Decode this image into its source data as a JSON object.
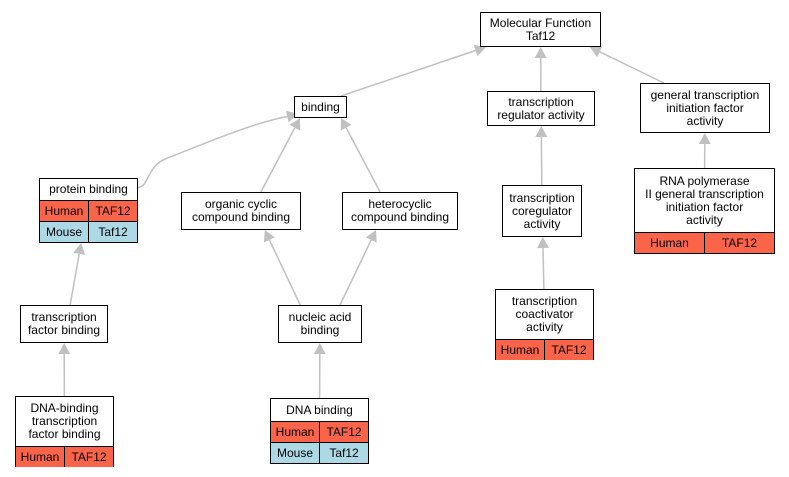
{
  "colors": {
    "human": "#fa6448",
    "mouse": "#add8e6",
    "edge": "#c0c0c0"
  },
  "nodes": {
    "mf": {
      "lines": [
        "Molecular Function",
        "Taf12"
      ]
    },
    "binding": {
      "lines": [
        "binding"
      ]
    },
    "tra": {
      "lines": [
        "transcription",
        "regulator activity"
      ]
    },
    "gtifa": {
      "lines": [
        "general transcription",
        "initiation factor",
        "activity"
      ]
    },
    "protein_binding": {
      "lines": [
        "protein binding"
      ],
      "rows": [
        {
          "species": "Human",
          "gene": "TAF12"
        },
        {
          "species": "Mouse",
          "gene": "Taf12"
        }
      ]
    },
    "occb": {
      "lines": [
        "organic cyclic",
        "compound binding"
      ]
    },
    "hcb": {
      "lines": [
        "heterocyclic",
        "compound binding"
      ]
    },
    "tcoreg": {
      "lines": [
        "transcription",
        "coregulator",
        "activity"
      ]
    },
    "rnap": {
      "lines": [
        "RNA polymerase",
        "II general transcription",
        "initiation factor",
        "activity"
      ],
      "rows": [
        {
          "species": "Human",
          "gene": "TAF12"
        }
      ]
    },
    "tfb": {
      "lines": [
        "transcription",
        "factor binding"
      ]
    },
    "nab": {
      "lines": [
        "nucleic acid",
        "binding"
      ]
    },
    "tcoact": {
      "lines": [
        "transcription",
        "coactivator",
        "activity"
      ],
      "rows": [
        {
          "species": "Human",
          "gene": "TAF12"
        }
      ]
    },
    "dbtfb": {
      "lines": [
        "DNA-binding",
        "transcription",
        "factor binding"
      ],
      "rows": [
        {
          "species": "Human",
          "gene": "TAF12"
        }
      ]
    },
    "dna": {
      "lines": [
        "DNA binding"
      ],
      "rows": [
        {
          "species": "Human",
          "gene": "TAF12"
        },
        {
          "species": "Mouse",
          "gene": "Taf12"
        }
      ]
    }
  },
  "edges": [
    {
      "from": "binding",
      "to": "mf"
    },
    {
      "from": "tra",
      "to": "mf"
    },
    {
      "from": "gtifa",
      "to": "mf"
    },
    {
      "from": "protein_binding",
      "to": "binding"
    },
    {
      "from": "occb",
      "to": "binding"
    },
    {
      "from": "hcb",
      "to": "binding"
    },
    {
      "from": "tcoreg",
      "to": "tra"
    },
    {
      "from": "rnap",
      "to": "gtifa"
    },
    {
      "from": "tfb",
      "to": "protein_binding"
    },
    {
      "from": "nab",
      "to": "occb"
    },
    {
      "from": "nab",
      "to": "hcb"
    },
    {
      "from": "tcoact",
      "to": "tcoreg"
    },
    {
      "from": "dbtfb",
      "to": "tfb"
    },
    {
      "from": "dna",
      "to": "nab"
    }
  ]
}
